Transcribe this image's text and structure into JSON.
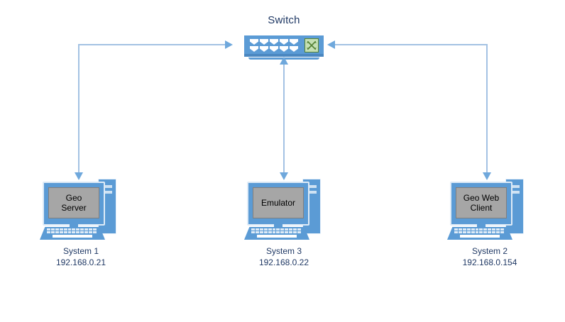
{
  "diagram": {
    "title": "Network topology with switch and three systems",
    "colors": {
      "device_blue": "#5b9bd5",
      "line_blue": "#a3c2e3",
      "arrow_blue": "#6fa8dc",
      "screen_gray": "#a6a6a6",
      "badge_green": "#c5e0b4",
      "text_navy": "#1f3864"
    }
  },
  "switch": {
    "label": "Switch",
    "icon_name": "network-switch-icon",
    "badge_icon": "crossing-arrows-icon",
    "port_count": 10
  },
  "nodes": [
    {
      "id": "system-1",
      "screen_text": "Geo\nServer",
      "caption": "System 1\n192.168.0.21",
      "caption_name": "System 1",
      "ip": "192.168.0.21",
      "icon_name": "desktop-computer-icon"
    },
    {
      "id": "system-3",
      "screen_text": "Emulator",
      "caption": "System 3\n192.168.0.22",
      "caption_name": "System 3",
      "ip": "192.168.0.22",
      "icon_name": "desktop-computer-icon"
    },
    {
      "id": "system-2",
      "screen_text": "Geo Web\nClient",
      "caption": "System 2\n192.168.0.154",
      "caption_name": "System 2",
      "ip": "192.168.0.154",
      "icon_name": "desktop-computer-icon"
    }
  ],
  "connections": [
    {
      "id": "switch-to-system-1",
      "from": "switch",
      "to": "system-1",
      "arrow_at_switch": "right",
      "arrow_at_node": "down"
    },
    {
      "id": "switch-to-system-3",
      "from": "switch",
      "to": "system-3",
      "arrow_at_switch": "up",
      "arrow_at_node": "down"
    },
    {
      "id": "switch-to-system-2",
      "from": "switch",
      "to": "system-2",
      "arrow_at_switch": "left",
      "arrow_at_node": "down"
    }
  ]
}
